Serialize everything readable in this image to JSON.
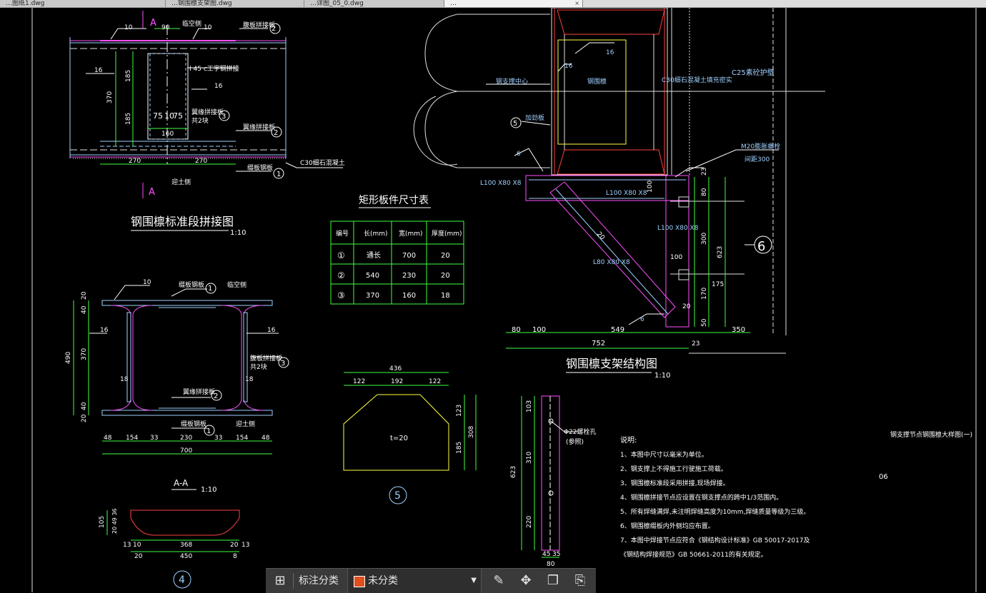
{
  "tabs": [
    {
      "label": "…图纸1.dwg",
      "active": false
    },
    {
      "label": "…钢围檩支架图.dwg",
      "active": false
    },
    {
      "label": "…详图_05_0.dwg",
      "active": false
    },
    {
      "label": "…",
      "active": true
    }
  ],
  "drawing": {
    "splice_title": "钢围檩标准段拼接图",
    "splice_scale": "1:10",
    "section_mark": "A",
    "splice_labels": {
      "dim_90": "90",
      "dim_370": "370",
      "dim_185a": "185",
      "dim_185b": "185",
      "dim_75a": "75",
      "dim_10": "10",
      "dim_75b": "75",
      "dim_160": "160",
      "dim_270a": "270",
      "dim_270b": "270",
      "weld_10a": "10",
      "weld_10b": "10",
      "weld_16a": "16",
      "weld_16b": "16",
      "temp_side": "临空侧",
      "web_plate": "腹板拼接板",
      "i_beam": "I 45 c工字钢拼接",
      "flange_plate": "翼缘拼接板",
      "both_sides": "共2块",
      "concrete": "C30细石混凝土",
      "earth_side": "迎土侧",
      "cover_plate": "翼缘拼接板",
      "splice_plate": "缀板钢板"
    },
    "section_title": "A-A",
    "section_scale": "1:10",
    "section_labels": {
      "weld_10": "10",
      "weld_16a": "16",
      "weld_16b": "16",
      "dim_18a": "18",
      "dim_18b": "18",
      "dim_20a": "20",
      "dim_40a": "40",
      "dim_490": "490",
      "dim_370": "370",
      "dim_40b": "40",
      "dim_20b": "20",
      "b48a": "48",
      "b154a": "154",
      "b33a": "33",
      "b230": "230",
      "b33b": "33",
      "b154b": "154",
      "b48b": "48",
      "b700": "700",
      "cover": "缀板钢板",
      "temp": "临空侧",
      "earth": "迎土侧",
      "web": "腹板拼接板",
      "flange": "翼缘拼接板",
      "both": "共2块"
    },
    "table_title": "矩形板件尺寸表",
    "table_headers": [
      "编号",
      "长(mm)",
      "宽(mm)",
      "厚度(mm)"
    ],
    "table_rows": [
      [
        "①",
        "通长",
        "700",
        "20"
      ],
      [
        "②",
        "540",
        "230",
        "20"
      ],
      [
        "③",
        "370",
        "160",
        "18"
      ]
    ],
    "plate5": {
      "top": "436",
      "a": "122",
      "b": "192",
      "c": "122",
      "r1": "123",
      "r2": "308",
      "r3": "185",
      "t": "t=20"
    },
    "bolt_plate": {
      "d1": "103",
      "d2": "310",
      "d3": "623",
      "d4": "220",
      "d5": "45",
      "d6": "35",
      "d7": "80",
      "note1": "Φ22螺栓孔",
      "note2": "(参照)"
    },
    "bracket_title": "钢围檩支架结构图",
    "bracket_scale": "1:10",
    "bracket_labels": {
      "pipe_center": "钢支撑中心",
      "weld16a": "16",
      "weld16b": "16",
      "steel_purlin": "钢围檩",
      "concrete_fill": "C30细石混凝土填充密实",
      "wall": "C25素砼护壁",
      "stiff": "加劲板",
      "weld6a": "6",
      "weld6b": "6",
      "l100a": "L100 X80 X8",
      "l100b": "L100 X80 X8",
      "l100c": "L100 X80 X8",
      "l80": "L80 X80 X8",
      "d100a": "100",
      "d100b": "100",
      "d23a": "23",
      "d80": "80",
      "d300": "300",
      "d623": "623",
      "d175": "175",
      "d170": "170",
      "d50": "50",
      "d20": "20",
      "d23b": "23",
      "bot80": "80",
      "bot100": "100",
      "bot549": "549",
      "bot350": "350",
      "bot752": "752",
      "m20": "M20膨胀螺栓",
      "m20b": "间距300",
      "ring6": "6"
    },
    "notes_title": "说明:",
    "notes": [
      "1、本图中尺寸以毫米为单位。",
      "2、钢支撑上不得施工行驶施工荷载。",
      "3、钢围檩标准段采用拼接,现场焊接。",
      "4、钢围檩拼接节点应设置在钢支撑点的跨中1/3范围内。",
      "5、所有焊缝满焊,未注明焊缝高度为10mm,焊缝质量等级为三级。",
      "6、钢围檩缀板内外侧均应布置。",
      "7、本图中焊接节点应符合《钢结构设计标准》GB 50017-2017及",
      "《钢结构焊接规范》GB 50661-2011的有关规定。"
    ],
    "sheet_title": "钢支撑节点钢围檩大样图(一)",
    "sheet_no": "06"
  },
  "toolbar": {
    "classify_label": "标注分类",
    "selected": "未分类",
    "swatch_color": "#e0501e"
  }
}
